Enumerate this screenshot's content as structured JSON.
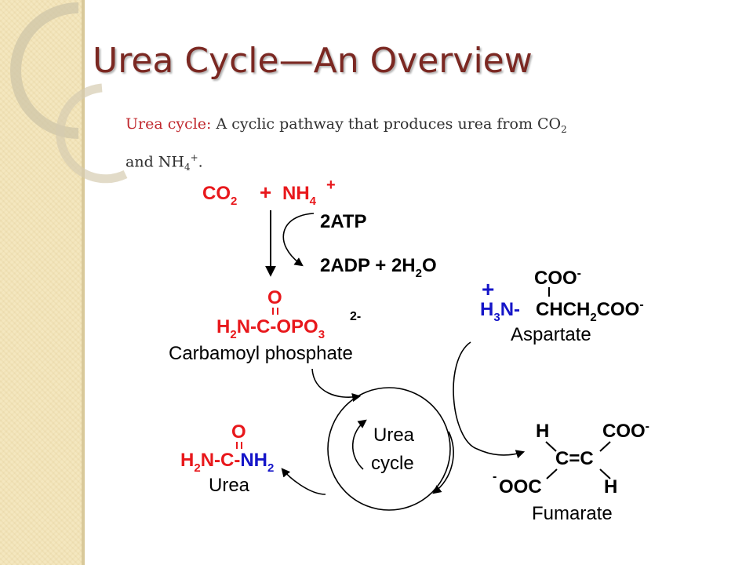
{
  "slide": {
    "title": "Urea Cycle—An Overview",
    "definition": {
      "term": "Urea cycle",
      "colon": ":",
      "text_before_co2": "A cyclic pathway that produces urea from CO",
      "co2_subscript": "2",
      "text_and": "and NH",
      "nh4_subscript": "4",
      "nh4_superscript": "+",
      "period": "."
    }
  },
  "diagram": {
    "reactants": {
      "co2": "CO",
      "co2_sub": "2",
      "plus": "+",
      "nh4": "NH",
      "nh4_sub": "4",
      "nh4_charge": "+"
    },
    "energy": {
      "atp": "2ATP",
      "adp": "2ADP + 2H",
      "h2o_sub": "2",
      "h2o_end": "O"
    },
    "carbamoyl": {
      "oxygen": "O",
      "h2n": "H",
      "h2n_sub": "2",
      "n_c": "N-C-OPO",
      "po3_sub": "3",
      "charge": "2-",
      "name": "Carbamoyl phosphate"
    },
    "aspartate": {
      "charge_plus": "+",
      "h3n": "H",
      "h3n_sub": "3",
      "n_dash": "N-",
      "chain": "CHCH",
      "ch2_sub": "2",
      "coo_end": "COO",
      "coo_end_charge": "-",
      "coo_top": "COO",
      "coo_top_charge": "-",
      "name": "Aspartate"
    },
    "cycle_label": {
      "line1": "Urea",
      "line2": "cycle"
    },
    "urea": {
      "oxygen": "O",
      "h2n": "H",
      "h2n_sub": "2",
      "n_c": "N-C-",
      "nh2": "NH",
      "nh2_sub": "2",
      "name": "Urea"
    },
    "fumarate": {
      "h_top": "H",
      "coo_top": "COO",
      "coo_top_charge": "-",
      "cc": "C=C",
      "ooc_charge": "-",
      "ooc": "OOC",
      "h_bottom": "H",
      "name": "Fumarate"
    }
  },
  "colors": {
    "title": "#7b2822",
    "red": "#e8181c",
    "blue": "#1515c8",
    "black": "#000000",
    "sidebar": "#f4e7bf"
  }
}
